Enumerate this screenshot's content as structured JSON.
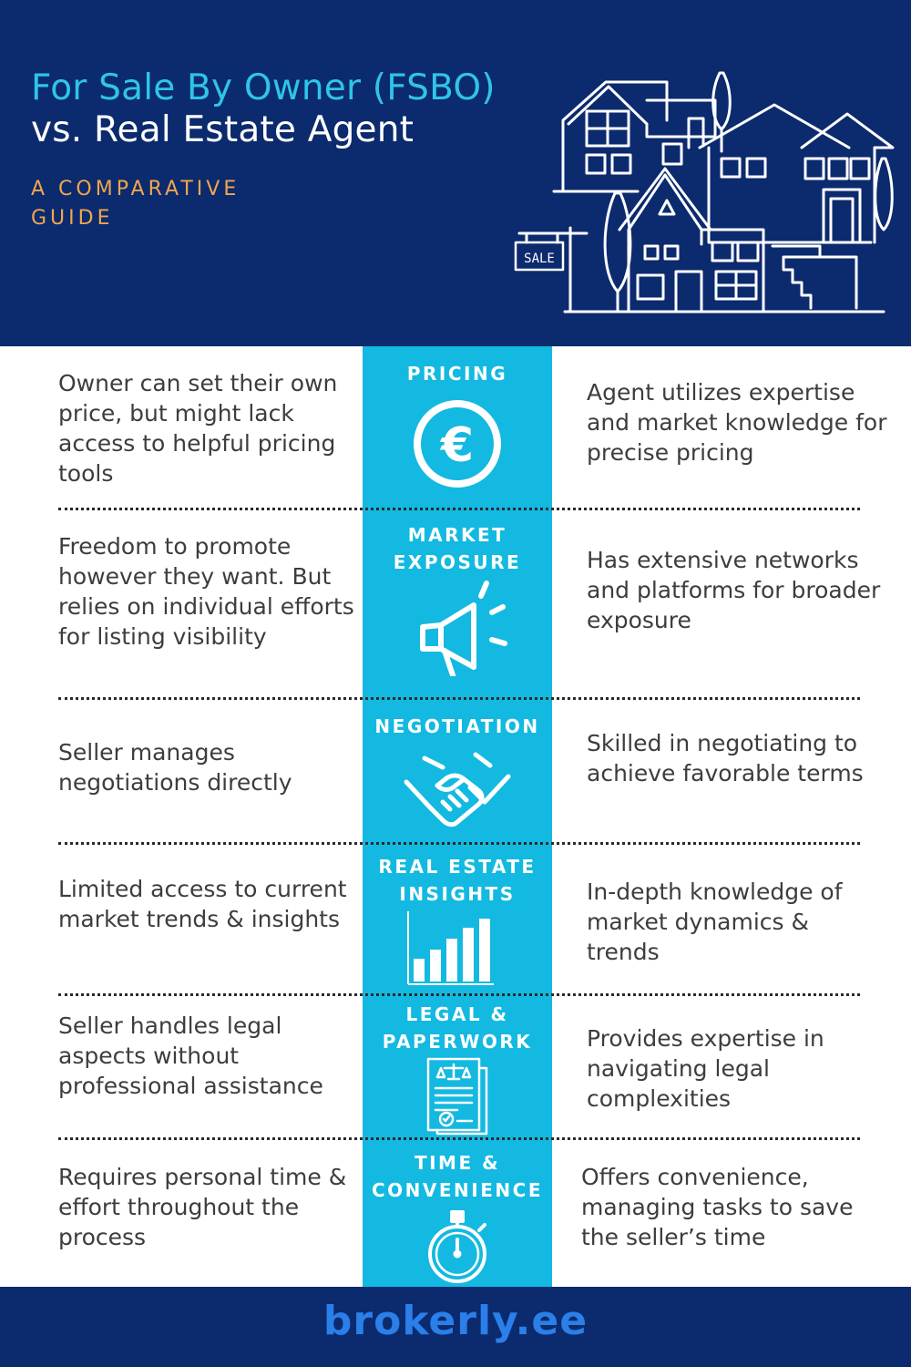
{
  "header": {
    "title_line1": "For Sale By Owner (FSBO)",
    "title_line2": "vs. Real Estate Agent",
    "subtitle": "A COMPARATIVE GUIDE",
    "sale_sign": "SALE"
  },
  "categories": [
    {
      "title": "PRICING",
      "icon": "euro-icon",
      "fsbo": "Owner can set their own price, but might lack access to helpful pricing tools",
      "agent": "Agent utilizes expertise and market knowledge for precise pricing"
    },
    {
      "title": "MARKET EXPOSURE",
      "icon": "megaphone-icon",
      "fsbo": "Freedom to promote however they want. But relies on individual efforts for listing visibility",
      "agent": "Has extensive networks and platforms for broader exposure"
    },
    {
      "title": "NEGOTIATION",
      "icon": "handshake-icon",
      "fsbo": "Seller manages negotiations directly",
      "agent": "Skilled in negotiating to achieve favorable terms"
    },
    {
      "title": "REAL ESTATE INSIGHTS",
      "icon": "bar-chart-icon",
      "fsbo": "Limited access to current market trends & insights",
      "agent": "In-depth knowledge of market dynamics & trends"
    },
    {
      "title": "LEGAL & PAPERWORK",
      "icon": "legal-document-icon",
      "fsbo": "Seller handles legal aspects without professional assistance",
      "agent": "Provides expertise in navigating legal complexities"
    },
    {
      "title": "TIME & CONVENIENCE",
      "icon": "stopwatch-icon",
      "fsbo": "Requires personal time & effort throughout the process",
      "agent": "Offers convenience, managing tasks to save the seller’s time"
    }
  ],
  "footer": {
    "brand": "brokerly.ee"
  },
  "colors": {
    "navy": "#0c2a6e",
    "cyan": "#13b9e0",
    "title_accent": "#2fc4e8",
    "subtitle": "#f0a74c",
    "brand": "#2a7fe8"
  }
}
